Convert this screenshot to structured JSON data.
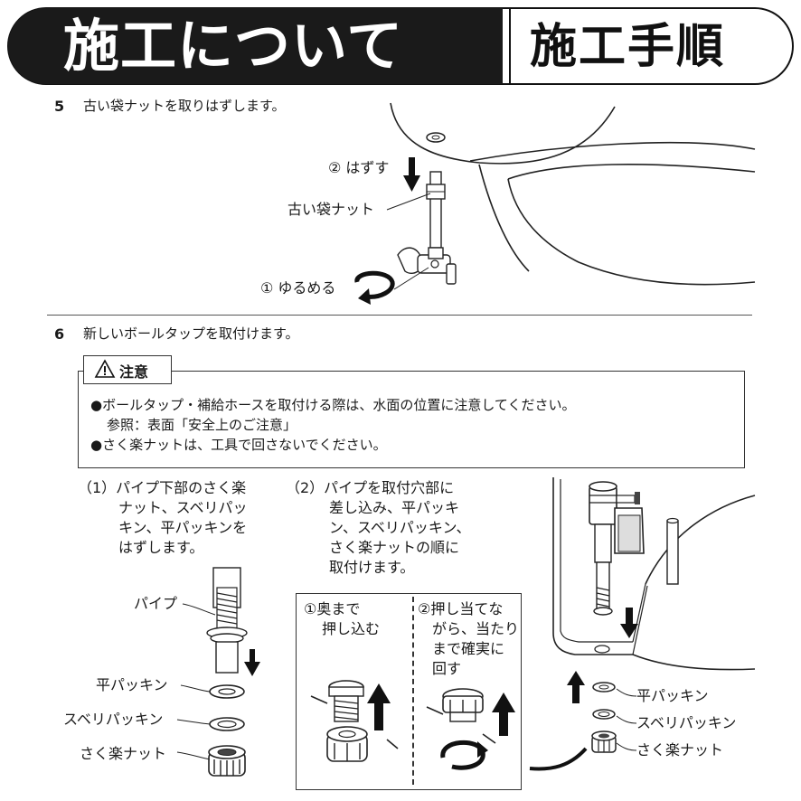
{
  "header": {
    "title": "施工について",
    "subtitle": "施工手順"
  },
  "step5": {
    "number": "5",
    "text": "古い袋ナットを取りはずします。",
    "labels": {
      "remove": "② はずす",
      "old_nut": "古い袋ナット",
      "loosen": "① ゆるめる"
    }
  },
  "step6": {
    "number": "6",
    "text": "新しいボールタップを取付けます。"
  },
  "caution": {
    "title": "注意",
    "lines": [
      "●ボールタップ・補給ホースを取付ける際は、水面の位置に注意してください。",
      "参照：表面「安全上のご注意」",
      "●さく楽ナットは、工具で回さないでください。"
    ]
  },
  "sub1": {
    "lines": [
      "（1）パイプ下部のさく楽",
      "ナット、スベリパッ",
      "キン、平パッキンを",
      "はずします。"
    ],
    "labels": {
      "pipe": "パイプ",
      "flat_packing": "平パッキン",
      "slip_packing": "スベリパッキン",
      "nut": "さく楽ナット"
    }
  },
  "sub2": {
    "lines": [
      "（2）パイプを取付穴部に",
      "差し込み、平パッキ",
      "ン、スベリパッキン、",
      "さく楽ナットの順に",
      "取付けます。"
    ],
    "inset_left": [
      "①奥まで",
      "押し込む"
    ],
    "inset_right": [
      "②押し当てな",
      "がら、当たり",
      "まで確実に",
      "回す"
    ]
  },
  "right_labels": {
    "flat_packing": "平パッキン",
    "slip_packing": "スベリパッキン",
    "nut": "さく楽ナット"
  }
}
